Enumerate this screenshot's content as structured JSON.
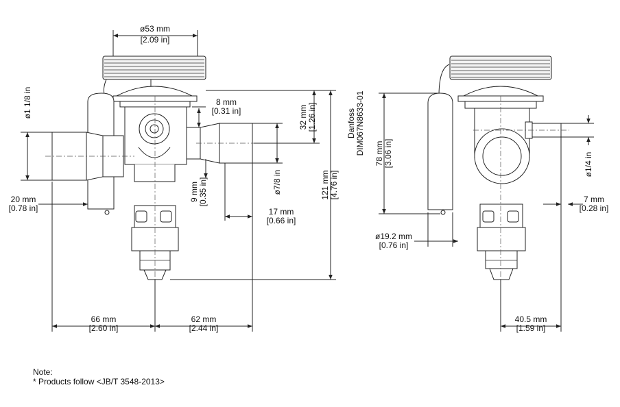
{
  "dimensions": {
    "dia53_mm": "ø53 mm",
    "dia53_in": "[2.09 in]",
    "h8_mm": "8 mm",
    "h8_in": "[0.31 in]",
    "h32_mm": "32 mm",
    "h32_in": "[1.26 in]",
    "dia1_1_8": "ø1 1/8 in",
    "h9_mm": "9 mm",
    "h9_in": "[0.35 in]",
    "dia7_8": "ø7/8 in",
    "w20_mm": "20 mm",
    "w20_in": "[0.78 in]",
    "w17_mm": "17 mm",
    "w17_in": "[0.66 in]",
    "h121_mm": "121 mm",
    "h121_in": "[4.76 in]",
    "w66_mm": "66 mm",
    "w66_in": "[2.60 in]",
    "w62_mm": "62 mm",
    "w62_in": "[2.44 in]",
    "h78_mm": "78 mm",
    "h78_in": "[3.06 in]",
    "dia19_2_mm": "ø19.2 mm",
    "dia19_2_in": "[0.76 in]",
    "dia1_4": "ø1/4 in",
    "w7_mm": "7 mm",
    "w7_in": "[0.28 in]",
    "w40_5_mm": "40.5 mm",
    "w40_5_in": "[1.59 in]"
  },
  "brand": "Danfoss",
  "drawing_id": "DIM067N8633-01",
  "note": {
    "title": "Note:",
    "line1": "* Products follow <JB/T 3548-2013>"
  }
}
